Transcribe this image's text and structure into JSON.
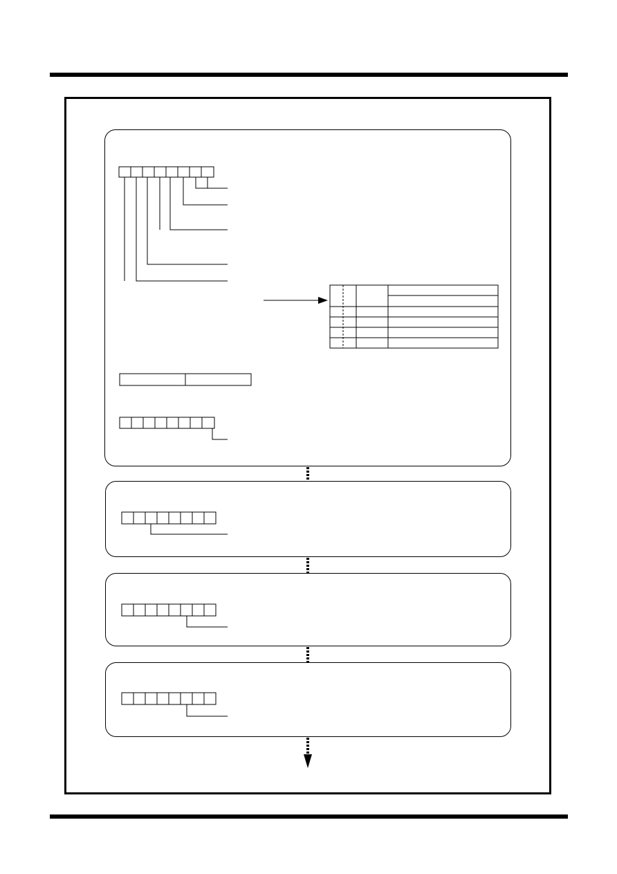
{
  "page": {
    "header_rule": "top-rule",
    "footer_rule": "bottom-rule"
  },
  "panels": [
    {
      "id": "panel-1",
      "register_bits": 8,
      "connector": "dashed-down"
    },
    {
      "id": "panel-2",
      "register_bits": 8,
      "connector": "dashed-down"
    },
    {
      "id": "panel-3",
      "register_bits": 8,
      "connector": "dashed-down"
    },
    {
      "id": "panel-4",
      "register_bits": 8,
      "connector": "dashed-arrow-down"
    }
  ],
  "icons": {
    "flow_arrow": "arrow-right-icon",
    "continue_arrow": "arrow-down-icon"
  }
}
